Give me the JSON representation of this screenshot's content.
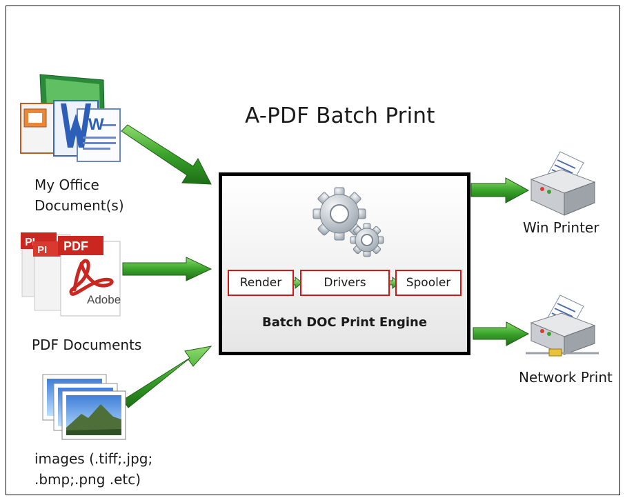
{
  "title": "A-PDF Batch Print",
  "inputs": {
    "office": {
      "label_lines": [
        "My Office",
        "Document(s)"
      ],
      "icon": "office-documents-icon"
    },
    "pdf": {
      "label": "PDF Documents",
      "icon": "pdf-documents-icon",
      "badge": "PDF",
      "brand": "Adobe"
    },
    "images": {
      "label_lines": [
        "images (.tiff;.jpg;",
        ".bmp;.png .etc)"
      ],
      "icon": "image-files-icon"
    }
  },
  "engine": {
    "name": "Batch DOC Print Engine",
    "icon": "gears-icon",
    "stages": [
      "Render",
      "Drivers",
      "Spooler"
    ]
  },
  "outputs": {
    "win": {
      "label": "Win Printer",
      "icon": "printer-icon"
    },
    "network": {
      "label": "Network Print",
      "icon": "network-printer-icon"
    }
  },
  "colors": {
    "arrow": "#3aa32a",
    "stage_border": "#d51414",
    "pdf_red": "#c9271f"
  }
}
